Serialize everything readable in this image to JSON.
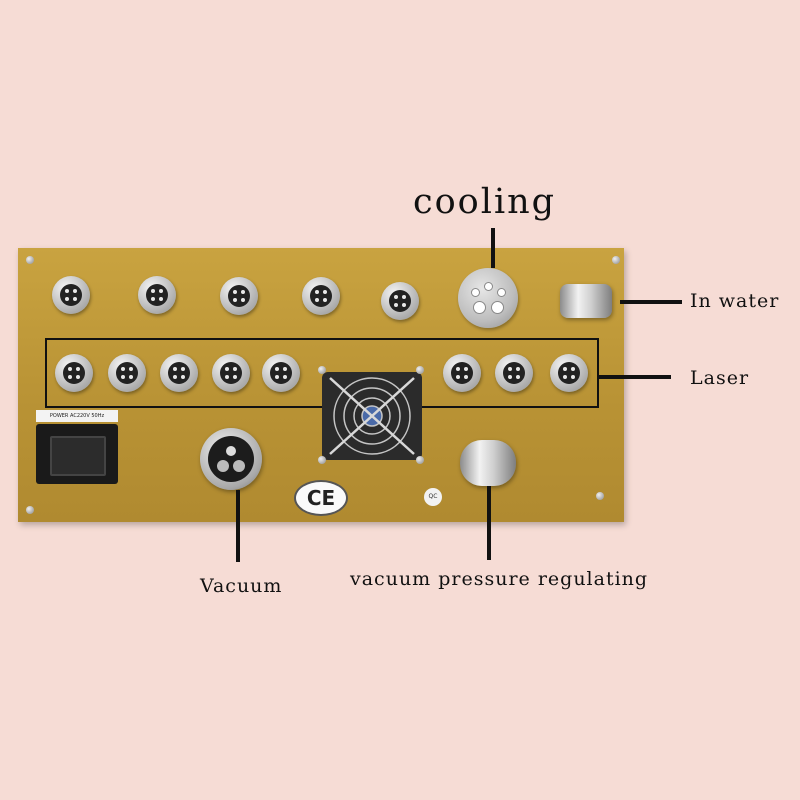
{
  "labels": {
    "cooling": "cooling",
    "in_water": "In water",
    "laser": "Laser",
    "vacuum": "Vacuum",
    "vacuum_pressure": "vacuum pressure regulating"
  },
  "panel_marks": {
    "power_label": "POWER AC220V 50Hz",
    "ce": "CE",
    "qc": "QC"
  },
  "colors": {
    "background": "#f6dcd5",
    "panel": "#c9a340",
    "line": "#111111"
  }
}
